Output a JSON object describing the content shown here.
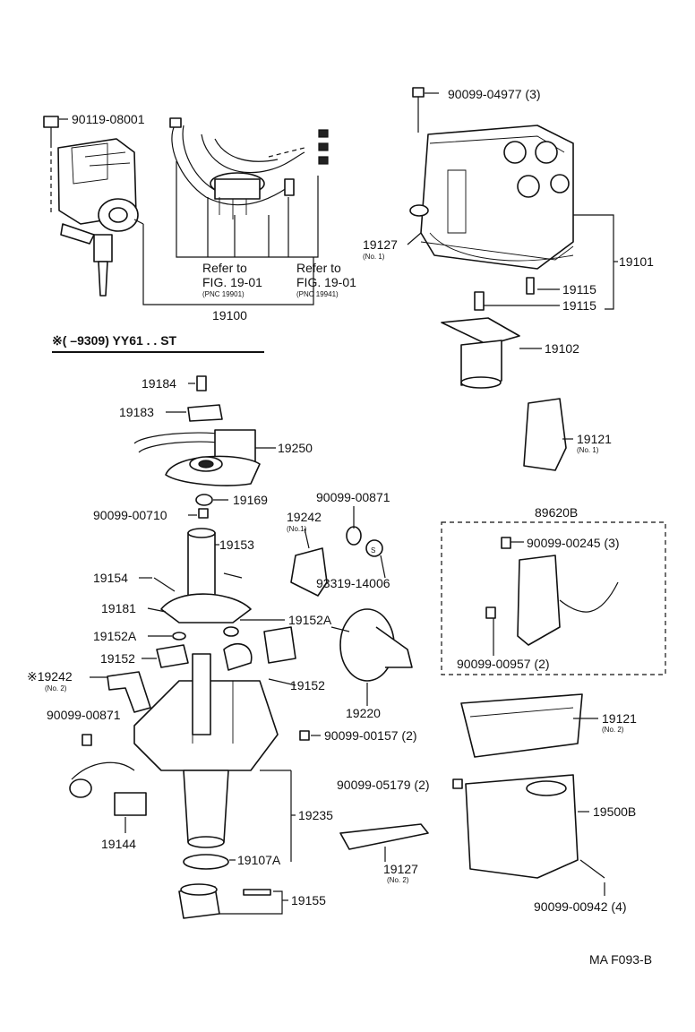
{
  "labels": {
    "p90119_08001": "90119-08001",
    "p90099_04977": "90099-04977 (3)",
    "refer_a": "Refer to",
    "fig_a": "FIG. 19-01",
    "pnc_a": "(PNC 19901)",
    "refer_b": "Refer to",
    "fig_b": "FIG. 19-01",
    "pnc_b": "(PNC 19941)",
    "p19100": "19100",
    "p19127_1": "19127",
    "no1_a": "(No. 1)",
    "p19101": "19101",
    "p19115_a": "19115",
    "p19115_b": "19115",
    "p19102": "19102",
    "section_header": "※(     –9309) YY61 . . ST",
    "p19184": "19184",
    "p19183": "19183",
    "p19250": "19250",
    "p19121_1": "19121",
    "no1_b": "(No. 1)",
    "p19169": "19169",
    "p90099_00871_a": "90099-00871",
    "p90099_00710": "90099-00710",
    "p19242_1": "19242",
    "no1_c": "(No.1)",
    "p89620B": "89620B",
    "p90099_00245": "90099-00245 (3)",
    "p19153": "19153",
    "s_mark": "S",
    "p93319_14006": "93319-14006",
    "p19154": "19154",
    "p19181": "19181",
    "p19152A_a": "19152A",
    "p19152A_b": "19152A",
    "p19152_a": "19152",
    "p19242_2": "※19242",
    "no2_a": "(No. 2)",
    "p19152_b": "19152",
    "p19220": "19220",
    "p90099_00957": "90099-00957 (2)",
    "p90099_00871_b": "90099-00871",
    "p90099_00157": "90099-00157 (2)",
    "p19121_2": "19121",
    "no2_b": "(No. 2)",
    "p90099_05179": "90099-05179 (2)",
    "p19500B": "19500B",
    "p19235": "19235",
    "p19144": "19144",
    "p19107A": "19107A",
    "p19127_2": "19127",
    "no2_c": "(No. 2)",
    "p19155": "19155",
    "p90099_00942": "90099-00942 (4)",
    "code": "MA F093-B"
  }
}
